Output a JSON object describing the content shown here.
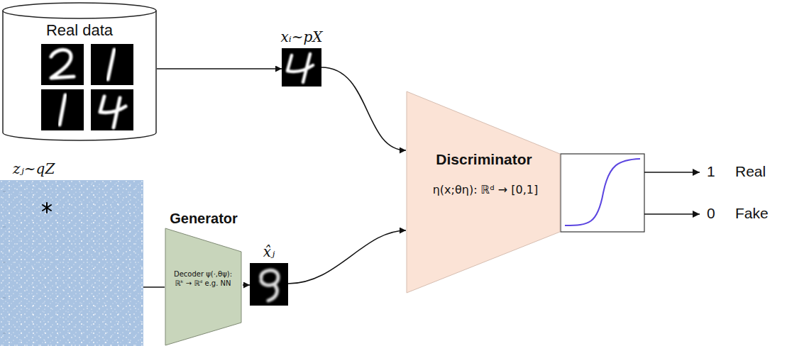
{
  "diagram": {
    "nodes": [
      {
        "text": [
          "Real data"
        ]
      },
      {
        "text": [
          "xᵢ~pX"
        ]
      },
      {
        "text": [
          "zⱼ~qZ"
        ]
      },
      {
        "text": [
          "Generator",
          "Decoder ψ(·,θψ): ℝᵏ → ℝᵈ e.g. NN"
        ]
      },
      {
        "text": [
          "x̂ⱼ"
        ]
      },
      {
        "text": [
          "Discriminator",
          "η(x;θη): ℝᵈ → [0,1]"
        ]
      }
    ],
    "edges": [
      {
        "from": 0,
        "to": 1,
        "arrow": "to"
      },
      {
        "from": 1,
        "to": 5,
        "arrow": "to"
      },
      {
        "from": 2,
        "to": 3,
        "arrow": "none"
      },
      {
        "from": 3,
        "to": 4,
        "arrow": "to"
      },
      {
        "from": 4,
        "to": 5,
        "arrow": "to"
      }
    ],
    "labels": [
      "1",
      "Real",
      "0",
      "Fake"
    ]
  }
}
